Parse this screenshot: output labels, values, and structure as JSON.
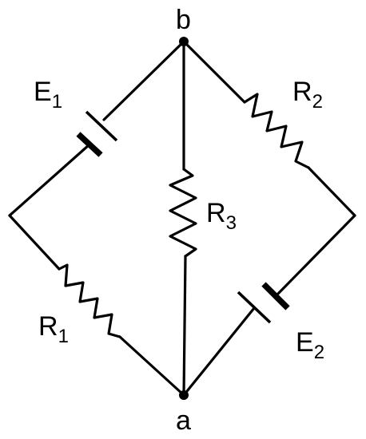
{
  "nodes": {
    "top": {
      "label": "b"
    },
    "bottom": {
      "label": "a"
    }
  },
  "components": {
    "E1": {
      "symbol": "E",
      "sub": "1"
    },
    "E2": {
      "symbol": "E",
      "sub": "2"
    },
    "R1": {
      "symbol": "R",
      "sub": "1"
    },
    "R2": {
      "symbol": "R",
      "sub": "2"
    },
    "R3": {
      "symbol": "R",
      "sub": "3"
    }
  },
  "colors": {
    "ink": "#000000",
    "background": "#ffffff"
  }
}
